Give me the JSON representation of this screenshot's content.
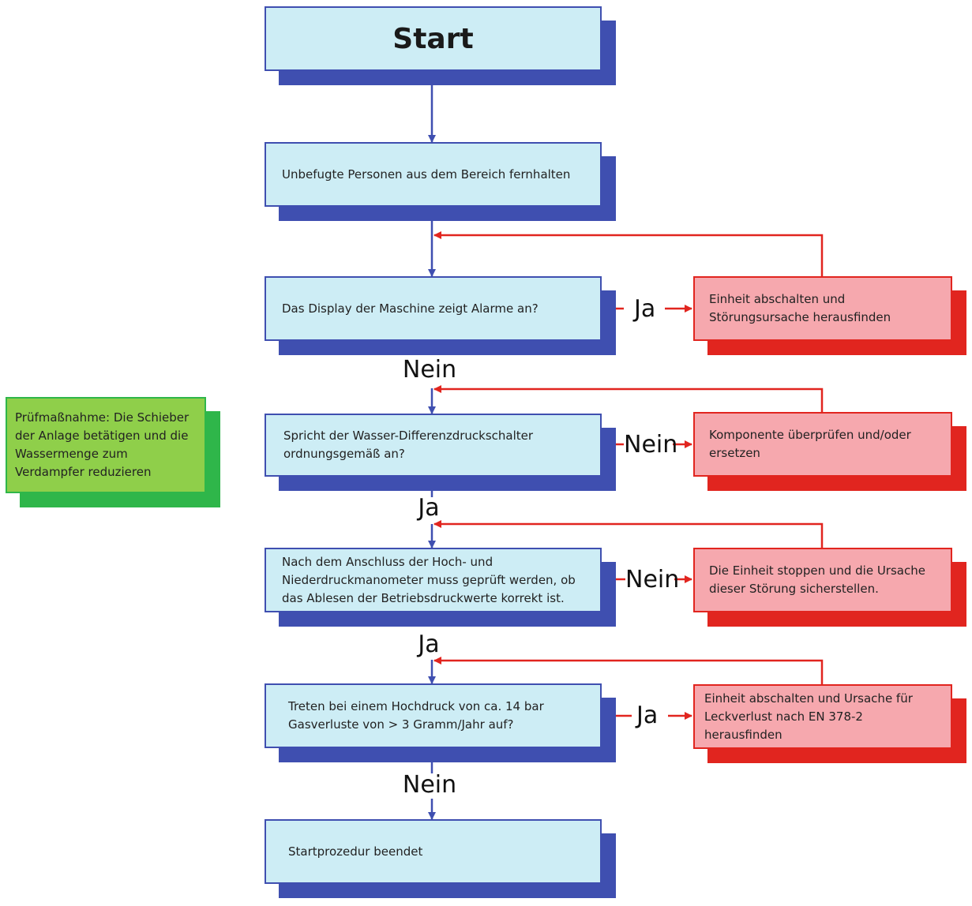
{
  "start": "Start",
  "steps": [
    "Unbefugte Personen aus dem Bereich fernhalten",
    "Das Display der Maschine zeigt Alarme an?",
    "Spricht der Wasser-Differenzdruckschalter\nordnungsgemäß an?",
    "Nach dem Anschluss der Hoch- und\nNiederdruckmanometer muss geprüft werden, ob\ndas Ablesen der Betriebsdruckwerte korrekt ist.",
    "Treten bei einem Hochdruck von ca. 14 bar\nGasverluste von > 3 Gramm/Jahr auf?",
    "Startprozedur beendet"
  ],
  "actions": [
    "Einheit abschalten und\nStörungsursache herausfinden",
    "Komponente überprüfen und/oder\nersetzen",
    "Die Einheit stoppen und die Ursache\ndieser Störung sicherstellen.",
    "Einheit abschalten und Ursache für\nLeckverlust nach EN 378-2\nherausfinden"
  ],
  "note": "Prüfmaßnahme: Die Schieber\nder Anlage betätigen und die\nWassermenge zum\nVerdampfer reduzieren",
  "branch_labels": {
    "side": [
      "Ja",
      "Nein",
      "Nein",
      "Ja"
    ],
    "down": [
      "Nein",
      "Ja",
      "Ja",
      "Nein"
    ]
  },
  "colors": {
    "process_fill": "#cdedf5",
    "process_shadow": "#3f4fb0",
    "action_fill": "#f6a8ae",
    "action_shadow": "#e1251f",
    "note_fill": "#8fcf4a",
    "note_shadow": "#2fb64a",
    "flow_arrow": "#3f4fb0",
    "return_arrow": "#e1251f"
  }
}
